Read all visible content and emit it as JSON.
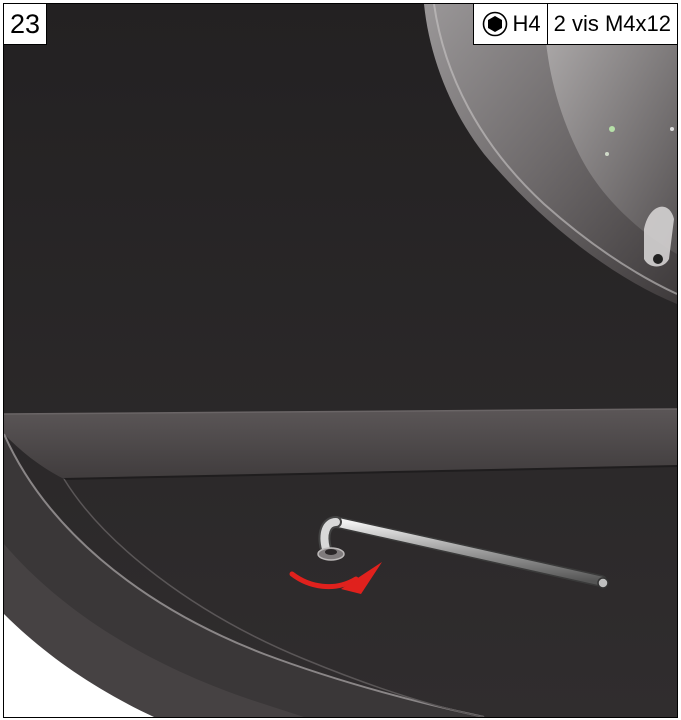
{
  "step": {
    "number": "23"
  },
  "hardware": {
    "tool_icon": "hex-key-icon",
    "tool_label": "H4",
    "quantity_label": "2 vis M4x12"
  },
  "illustration": {
    "icons": [
      "hex-key-tool",
      "screw-head",
      "rotate-arrow-icon"
    ],
    "colors": {
      "arrow": "#e0211d",
      "panel": "#2d2a2b"
    }
  }
}
